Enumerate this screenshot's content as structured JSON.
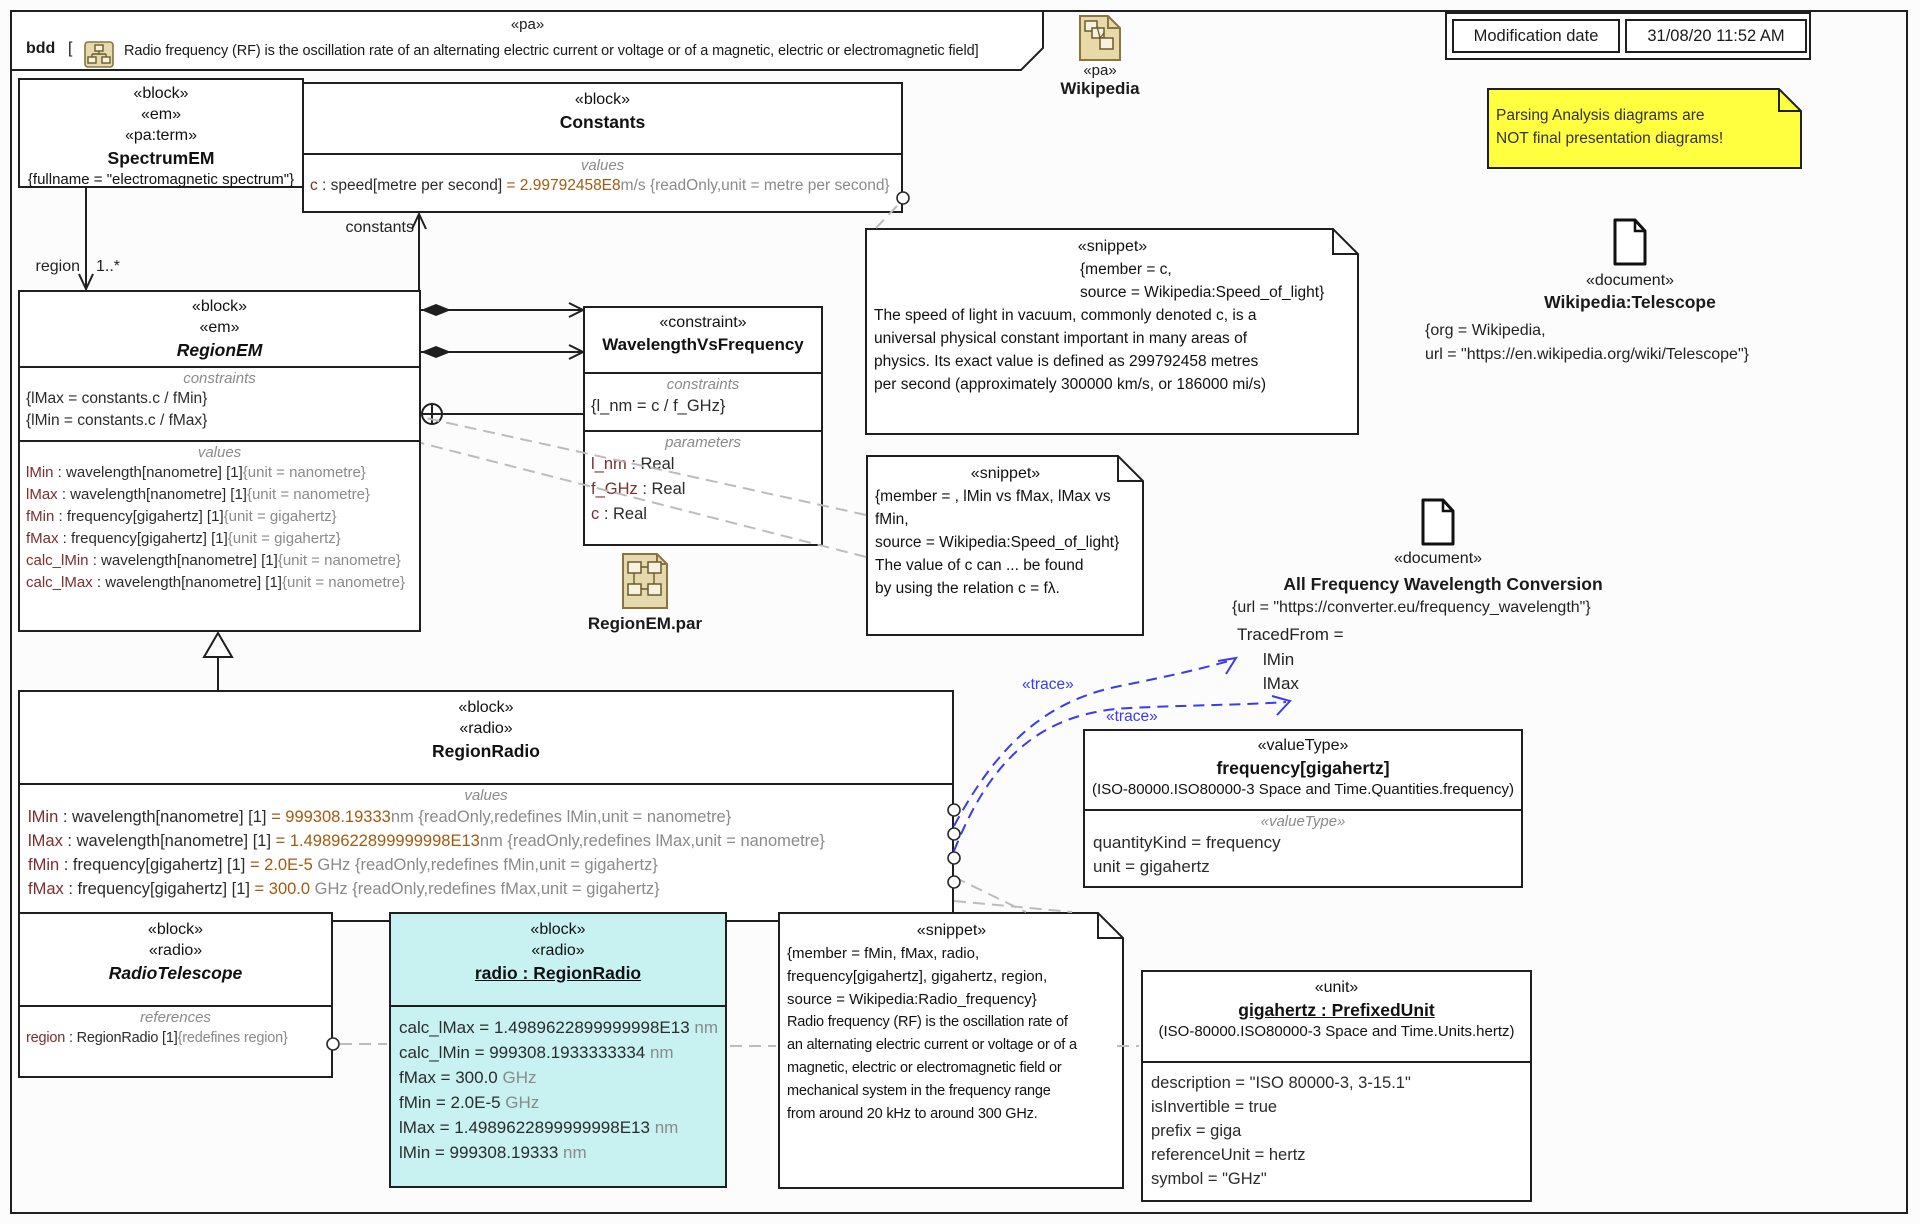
{
  "header": {
    "stereotype": "«pa»",
    "kind": "bdd",
    "open_bracket": "[",
    "title": "Radio frequency (RF) is the oscillation rate of an alternating electric current or voltage or of a magnetic, electric or electromagnetic field]"
  },
  "wikipedia_icon": {
    "stereotype": "«pa»",
    "name": "Wikipedia"
  },
  "modification": {
    "label": "Modification date",
    "value": "31/08/20 11:52 AM"
  },
  "warning_note": {
    "lines": [
      "Parsing Analysis diagrams are",
      "NOT final presentation diagrams!"
    ]
  },
  "associations": {
    "constants_label": "constants",
    "region_label": "region",
    "region_mult": "1..*"
  },
  "spectrum_em": {
    "stereotypes": [
      "«block»",
      "«em»",
      "«pa:term»"
    ],
    "name": "SpectrumEM",
    "tag": "{fullname = \"electromagnetic spectrum\"}"
  },
  "constants": {
    "stereotype": "«block»",
    "name": "Constants",
    "values_label": "values",
    "value_row": {
      "name": "c",
      "type": " : speed[metre per second] ",
      "value": "= 2.99792458E8",
      "unit": "m/s ",
      "tag": "{readOnly,unit = metre per second}"
    }
  },
  "region_em": {
    "stereotypes": [
      "«block»",
      "«em»"
    ],
    "name": "RegionEM",
    "constraints_label": "constraints",
    "constraints": [
      "{lMax = constants.c / fMin}",
      "{lMin = constants.c / fMax}"
    ],
    "values_label": "values",
    "values": [
      {
        "name": "lMin",
        "type": " : wavelength[nanometre] [1]",
        "tag": "{unit = nanometre}"
      },
      {
        "name": "lMax",
        "type": " : wavelength[nanometre] [1]",
        "tag": "{unit = nanometre}"
      },
      {
        "name": "fMin",
        "type": " : frequency[gigahertz] [1]",
        "tag": "{unit = gigahertz}"
      },
      {
        "name": "fMax",
        "type": " : frequency[gigahertz] [1]",
        "tag": "{unit = gigahertz}"
      },
      {
        "name": "calc_lMin",
        "type": " : wavelength[nanometre] [1]",
        "tag": "{unit = nanometre}"
      },
      {
        "name": "calc_lMax",
        "type": " : wavelength[nanometre] [1]",
        "tag": "{unit = nanometre}"
      }
    ]
  },
  "wavelength_vs_frequency": {
    "stereotype": "«constraint»",
    "name": "WavelengthVsFrequency",
    "constraints_label": "constraints",
    "constraint": "{l_nm = c / f_GHz}",
    "parameters_label": "parameters",
    "parameters": [
      {
        "name": "l_nm",
        "type": " : Real"
      },
      {
        "name": "f_GHz",
        "type": " : Real"
      },
      {
        "name": "c",
        "type": " : Real"
      }
    ]
  },
  "regionem_par": {
    "label": "RegionEM.par"
  },
  "snippet_speed_of_light": {
    "stereotype": "«snippet»",
    "meta": [
      "{member = c,",
      "source = Wikipedia:Speed_of_light}"
    ],
    "body": [
      "The speed of light in vacuum, commonly denoted c, is a",
      "universal physical constant important in many areas of",
      "physics. Its exact value is defined as 299792458 metres",
      "per second (approximately 300000 km/s, or 186000 mi/s)"
    ]
  },
  "snippet_relation": {
    "stereotype": "«snippet»",
    "meta": [
      "{member = , lMin vs fMax, lMax vs",
      "fMin,",
      "source = Wikipedia:Speed_of_light}"
    ],
    "body": [
      "The value of c can ... be found",
      "by using the relation c = fλ."
    ]
  },
  "doc_telescope": {
    "stereotype": "«document»",
    "name": "Wikipedia:Telescope",
    "props": [
      "{org = Wikipedia,",
      "url = \"https://en.wikipedia.org/wiki/Telescope\"}"
    ]
  },
  "doc_conversion": {
    "stereotype": "«document»",
    "name": "All Frequency Wavelength Conversion",
    "props": [
      "{url = \"https://converter.eu/frequency_wavelength\"}"
    ],
    "traced_from": "TracedFrom =",
    "traced_items": [
      "lMin",
      "lMax"
    ]
  },
  "trace_label": "«trace»",
  "region_radio": {
    "stereotypes": [
      "«block»",
      "«radio»"
    ],
    "name": "RegionRadio",
    "values_label": "values",
    "values": [
      {
        "name": "lMin",
        "type": " : wavelength[nanometre] [1] ",
        "value": "= 999308.19333",
        "unit": "nm ",
        "tag": "{readOnly,redefines lMin,unit = nanometre}"
      },
      {
        "name": "lMax",
        "type": " : wavelength[nanometre] [1] ",
        "value": "= 1.4989622899999998E13",
        "unit": "nm ",
        "tag": "{readOnly,redefines lMax,unit = nanometre}"
      },
      {
        "name": "fMin",
        "type": " : frequency[gigahertz] [1] ",
        "value": "= 2.0E-5 ",
        "unit": "GHz ",
        "tag": "{readOnly,redefines fMin,unit = gigahertz}"
      },
      {
        "name": "fMax",
        "type": " : frequency[gigahertz] [1] ",
        "value": "= 300.0 ",
        "unit": "GHz ",
        "tag": "{readOnly,redefines fMax,unit = gigahertz}"
      }
    ]
  },
  "value_type": {
    "stereotype": "«valueType»",
    "name": "frequency[gigahertz]",
    "subtitle": "(ISO-80000.ISO80000-3 Space and Time.Quantities.frequency)",
    "section_stereotype": "«valueType»",
    "props": [
      "quantityKind = frequency",
      "unit = gigahertz"
    ]
  },
  "radio_telescope": {
    "stereotypes": [
      "«block»",
      "«radio»"
    ],
    "name": "RadioTelescope",
    "references_label": "references",
    "reference": {
      "name": "region",
      "type": " : RegionRadio [1]",
      "tag": "{redefines region}"
    }
  },
  "radio_instance": {
    "stereotypes": [
      "«block»",
      "«radio»"
    ],
    "name": "radio : RegionRadio",
    "slots": [
      {
        "text": "calc_lMax = 1.4989622899999998E13",
        "unit": " nm"
      },
      {
        "text": "calc_lMin = 999308.1933333334",
        "unit": " nm"
      },
      {
        "text": "fMax = 300.0",
        "unit": " GHz"
      },
      {
        "text": "fMin = 2.0E-5",
        "unit": " GHz"
      },
      {
        "text": "lMax = 1.4989622899999998E13",
        "unit": " nm"
      },
      {
        "text": "lMin = 999308.19333",
        "unit": " nm"
      }
    ]
  },
  "snippet_radio": {
    "stereotype": "«snippet»",
    "meta": [
      "{member = fMin, fMax, radio,",
      "frequency[gigahertz], gigahertz, region,",
      "source = Wikipedia:Radio_frequency}"
    ],
    "body": [
      "Radio frequency (RF) is the oscillation rate of",
      "an alternating electric current or voltage or of a",
      "magnetic, electric or electromagnetic field or",
      "mechanical system in the frequency range",
      "from around 20 kHz to around 300 GHz."
    ]
  },
  "gigahertz": {
    "stereotype": "«unit»",
    "name": "gigahertz : PrefixedUnit",
    "subtitle": "(ISO-80000.ISO80000-3 Space and Time.Units.hertz)",
    "props": [
      "description = \"ISO 80000-3, 3-15.1\"",
      "isInvertible = true",
      "prefix = giga",
      "referenceUnit = hertz",
      "symbol = \"GHz\""
    ]
  },
  "colors": {
    "maroon": "#7a2e2e",
    "value_brown": "#a05a10",
    "gray": "#8a8a8a",
    "cyan": "#c7f2f1",
    "yellow": "#ffff40",
    "trace_blue": "#3a3af0"
  }
}
